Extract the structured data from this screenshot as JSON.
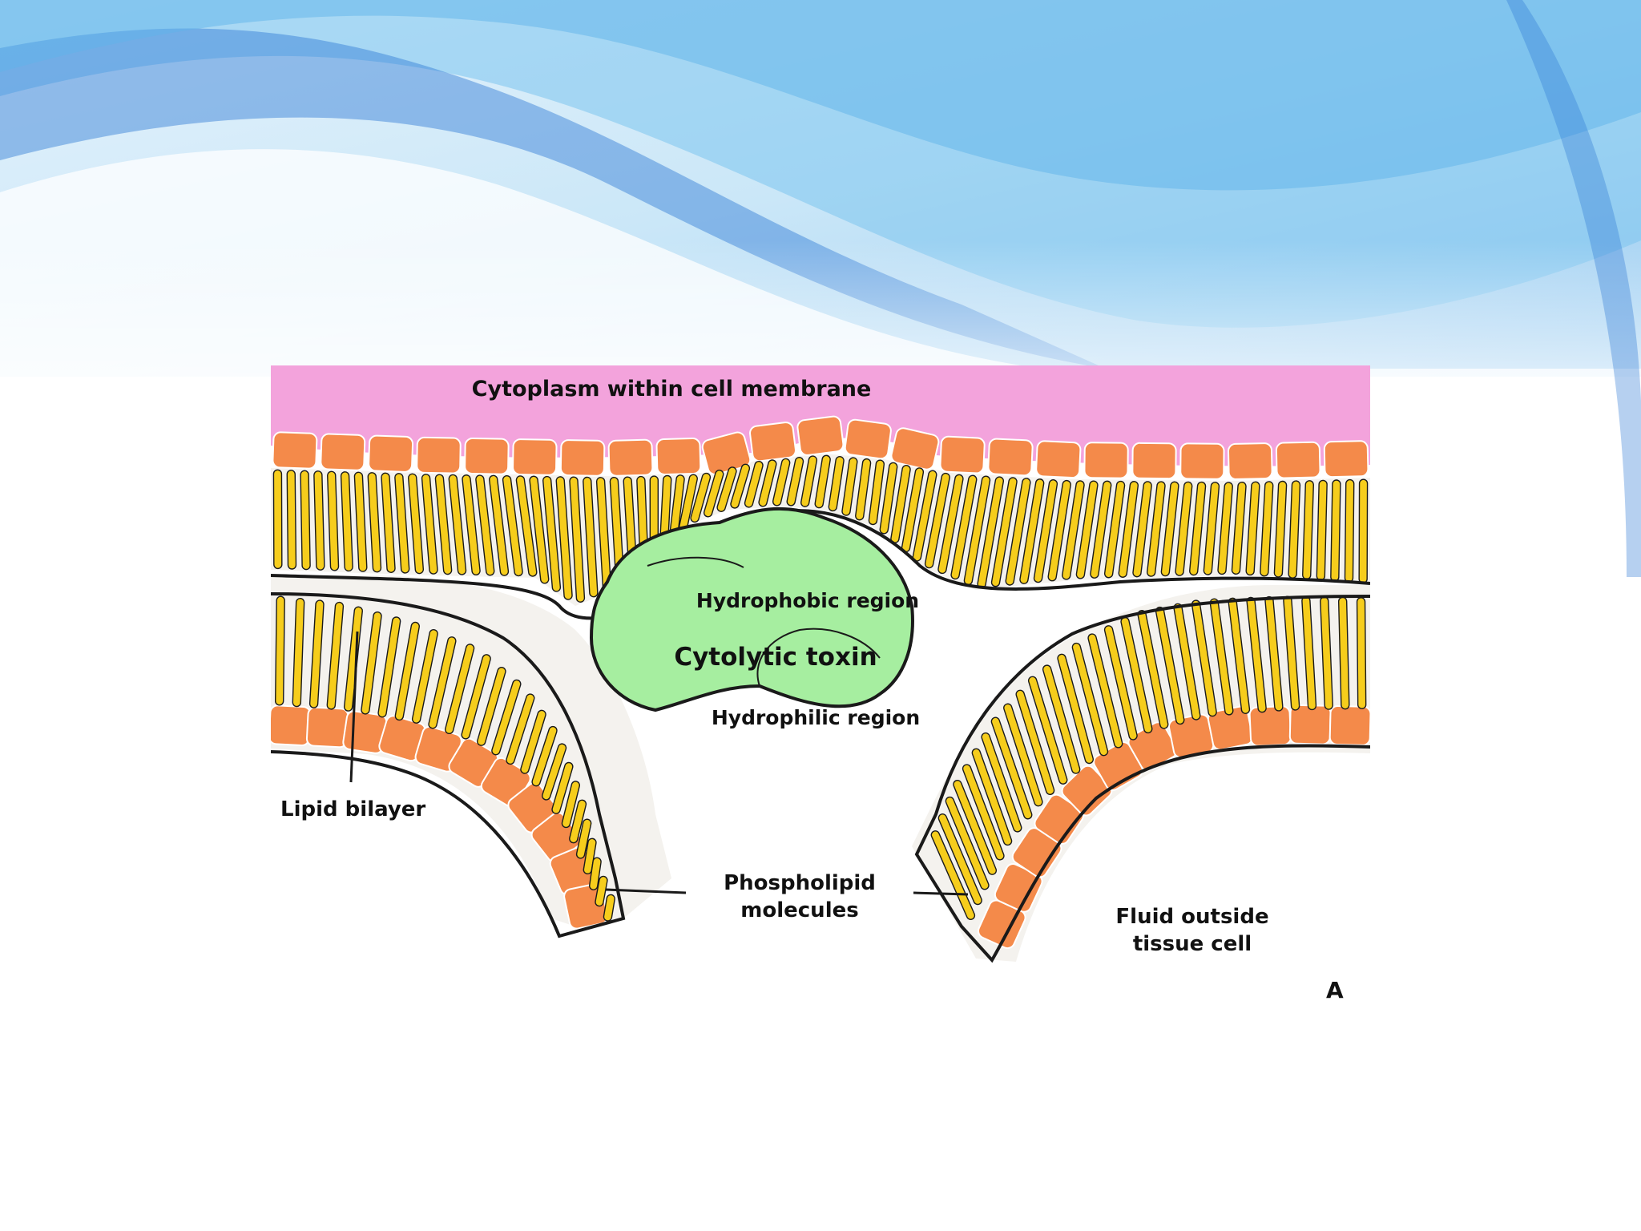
{
  "colors": {
    "cytoplasm": "#f3a3dc",
    "head": "#f48a4a",
    "tail": "#f6cd1c",
    "toxin": "#a6eea0",
    "outline": "#1a1a1a",
    "sky_light": "#dff0fb",
    "sky_mid": "#7cc4ee",
    "sky_dark": "#2f79d4"
  },
  "labels": {
    "cytoplasm": "Cytoplasm within cell membrane",
    "hydrophobic": "Hydrophobic region",
    "toxin": "Cytolytic toxin",
    "hydrophilic": "Hydrophilic region",
    "lipid_bilayer": "Lipid bilayer",
    "phospholipid": "Phospholipid\nmolecules",
    "fluid": "Fluid outside\ntissue cell",
    "panel_letter": "A"
  }
}
